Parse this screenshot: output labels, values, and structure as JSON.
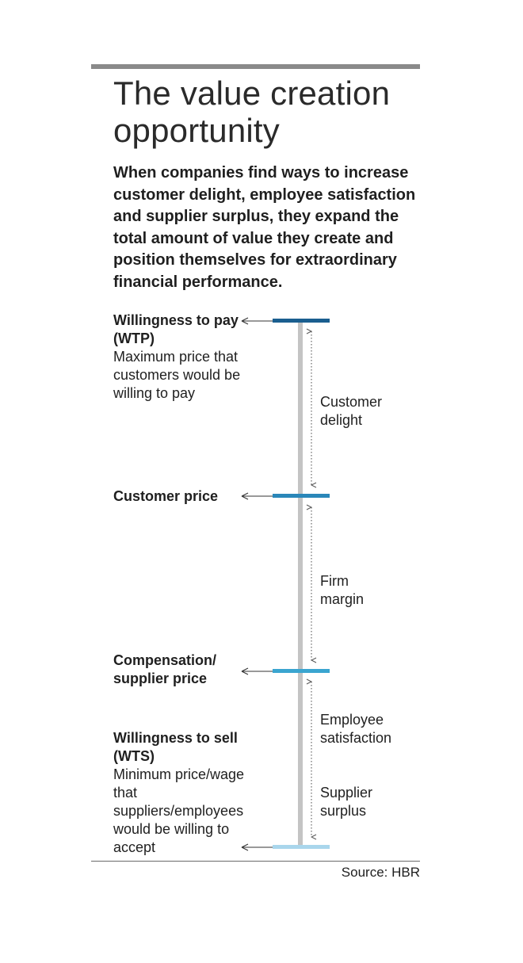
{
  "title": "The value creation opportunity",
  "intro": "When companies find ways to increase customer delight, employee satisfaction and supplier surplus, they expand the total amount of value they create and position themselves for extraordinary financial performance.",
  "levels": [
    {
      "label": "Willingness to pay (WTP)",
      "description": "Maximum price that customers would be willing to pay",
      "color": "#1a5e8f"
    },
    {
      "label": "Customer price",
      "description": "",
      "color": "#2a87b9"
    },
    {
      "label": "Compensation/ supplier price",
      "description": "",
      "color": "#3aa5d0"
    },
    {
      "label": "Willingness to sell (WTS)",
      "description": "Minimum price/wage that suppliers/employees would be willing to accept",
      "color": "#a9d6ec"
    }
  ],
  "segments": [
    {
      "label": "Customer delight"
    },
    {
      "label": "Firm margin"
    },
    {
      "label": "Employee satisfaction"
    },
    {
      "label": "Supplier surplus"
    }
  ],
  "source": "Source: HBR"
}
